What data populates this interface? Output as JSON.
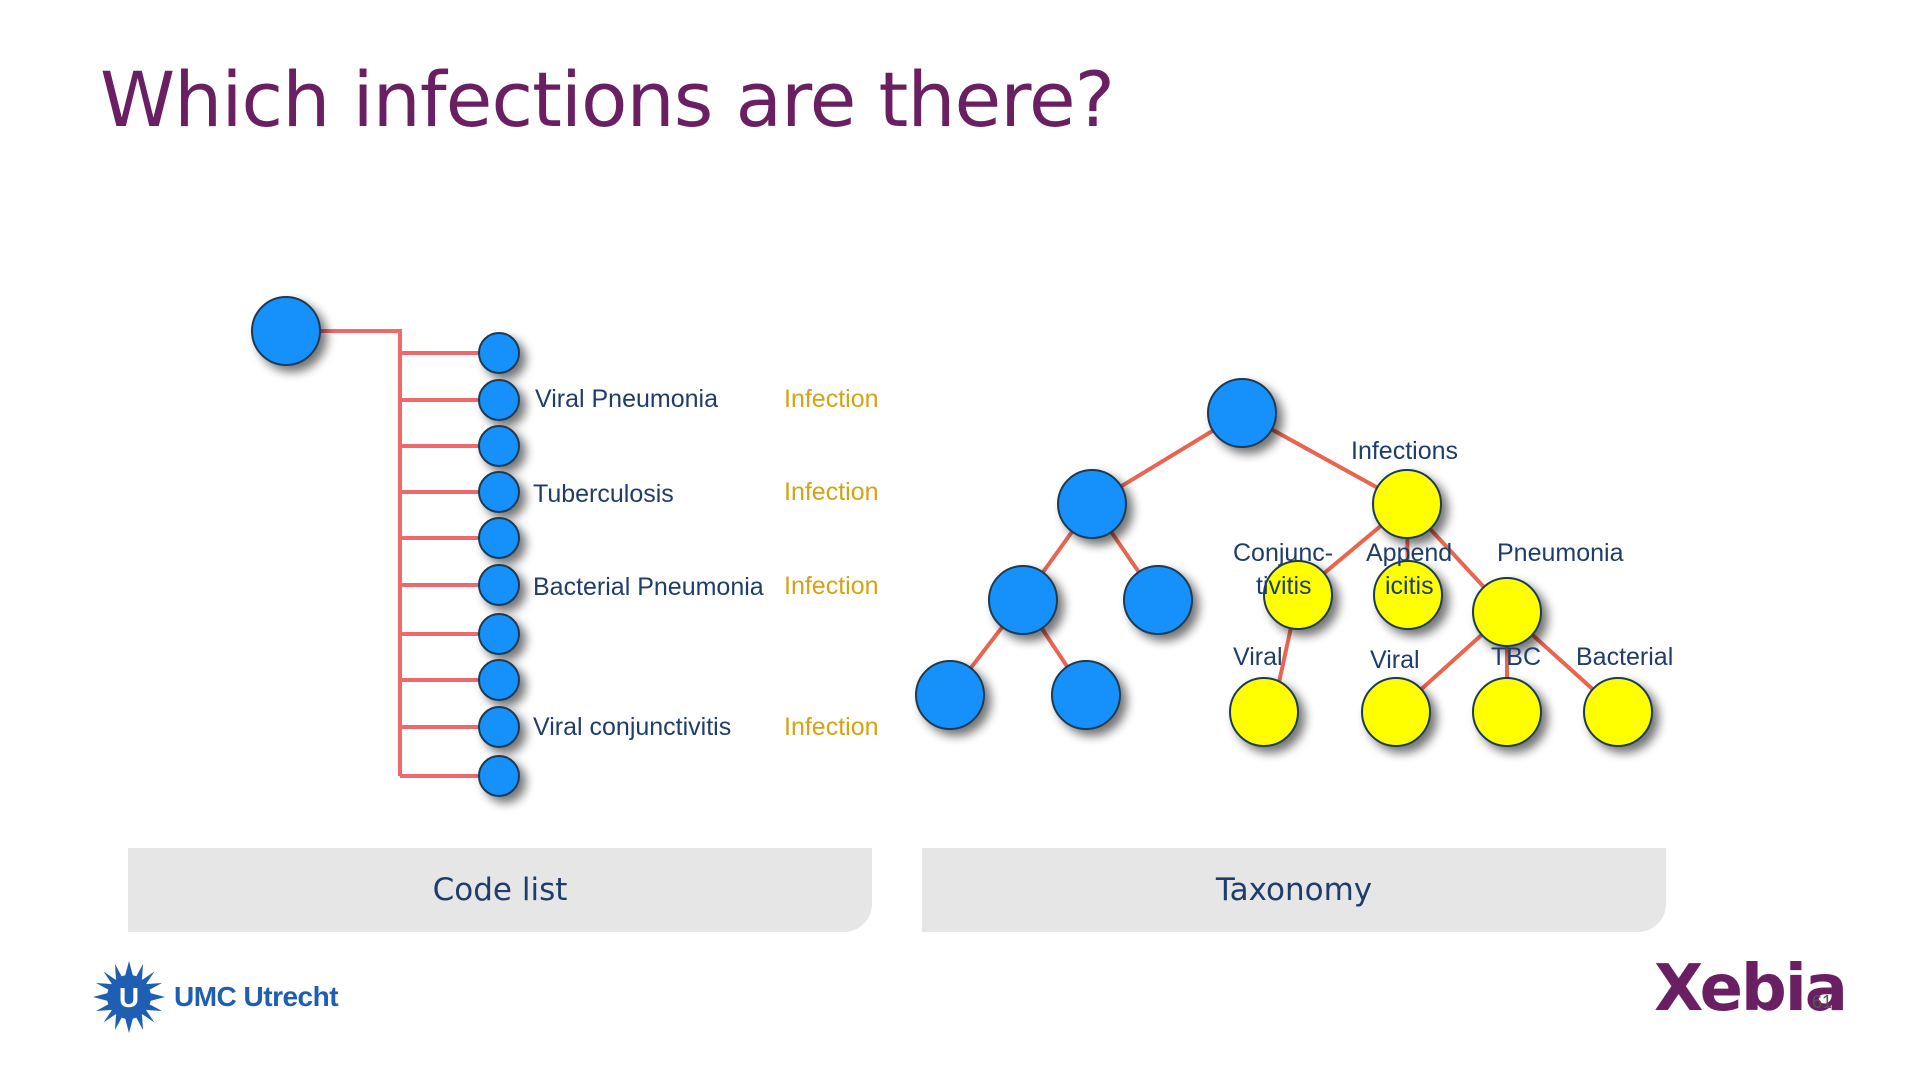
{
  "slide": {
    "title": "Which infections are there?",
    "page_number": "61"
  },
  "code_list": {
    "items": [
      {
        "label": "Viral Pneumonia",
        "tag": "Infection"
      },
      {
        "label": "Tuberculosis",
        "tag": "Infection"
      },
      {
        "label": "Bacterial Pneumonia",
        "tag": "Infection"
      },
      {
        "label": "Viral conjunctivitis",
        "tag": "Infection"
      }
    ]
  },
  "taxonomy": {
    "labels": {
      "infections": "Infections",
      "conjunctivitis_1": "Conjunc-",
      "conjunctivitis_2": "tivitis",
      "appendicitis_1": "Append",
      "appendicitis_2": "icitis",
      "pneumonia": "Pneumonia",
      "viral_1": "Viral",
      "viral_2": "Viral",
      "tbc": "TBC",
      "bacterial": "Bacterial"
    }
  },
  "tabs": {
    "code_list": "Code list",
    "taxonomy": "Taxonomy"
  },
  "logos": {
    "umc": "UMC Utrecht",
    "umc_letter": "U",
    "xebia": "Xebia"
  },
  "colors": {
    "title": "#6b1f63",
    "blue_node": "#1591fb",
    "yellow_node": "#ffff00",
    "edge": "#ea6550",
    "label": "#1f3d6b",
    "tag": "#d4a313"
  }
}
